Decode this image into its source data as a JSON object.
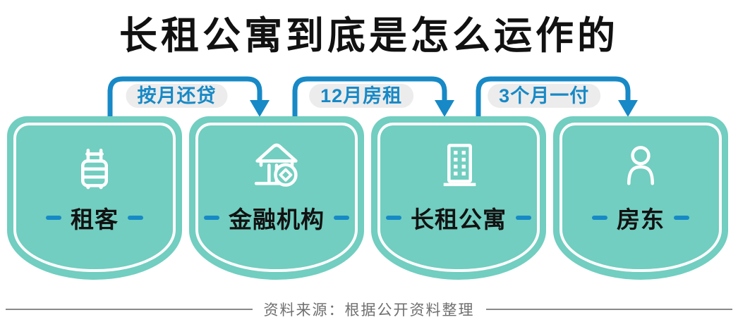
{
  "title": "长租公寓到底是怎么运作的",
  "colors": {
    "card_teal": "#71cec0",
    "arrow_blue": "#1789c6",
    "pill_gray": "#ececec",
    "title_black": "#111111",
    "label_black": "#121212",
    "footer_gray": "#6f6f6f",
    "icon_white": "#ffffff"
  },
  "flow": {
    "nodes": [
      {
        "label": "租客",
        "icon": "suitcase-icon"
      },
      {
        "label": "金融机构",
        "icon": "bank-icon"
      },
      {
        "label": "长租公寓",
        "icon": "building-icon"
      },
      {
        "label": "房东",
        "icon": "person-icon"
      }
    ],
    "connectors": [
      {
        "label": "按月还贷",
        "from": "租客",
        "to": "金融机构"
      },
      {
        "label": "12月房租",
        "from": "金融机构",
        "to": "长租公寓"
      },
      {
        "label": "3个月一付",
        "from": "长租公寓",
        "to": "房东"
      }
    ]
  },
  "footer": {
    "source": "资料来源：根据公开资料整理"
  }
}
